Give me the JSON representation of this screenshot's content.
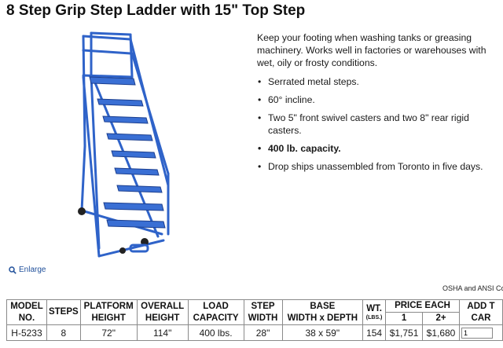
{
  "product": {
    "title": "8 Step Grip Step Ladder with 15\" Top Step",
    "enlarge_label": "Enlarge",
    "description_lines": [
      "Keep your footing when washing tanks or greasing",
      "machinery. Works well in factories or warehouses with",
      "wet, oily or frosty conditions."
    ],
    "features": [
      {
        "line1": "Serrated metal steps.",
        "line2": "",
        "bold": false
      },
      {
        "line1": "60° incline.",
        "line2": "",
        "bold": false
      },
      {
        "line1": "Two 5\" front swivel casters and two 8\" rear rigid",
        "line2": "casters.",
        "bold": false
      },
      {
        "line1": "400 lb. capacity.",
        "line2": "",
        "bold": true
      },
      {
        "line1": "Drop ships unassembled from Toronto in five days.",
        "line2": "",
        "bold": false
      }
    ],
    "compliance_note": "OSHA and ANSI Com"
  },
  "spec_table": {
    "headers": {
      "model": [
        "MODEL",
        "NO."
      ],
      "steps": "STEPS",
      "platform": [
        "PLATFORM",
        "HEIGHT"
      ],
      "overall": [
        "OVERALL",
        "HEIGHT"
      ],
      "load": [
        "LOAD",
        "CAPACITY"
      ],
      "step_width": [
        "STEP",
        "WIDTH"
      ],
      "base": [
        "BASE",
        "WIDTH x DEPTH"
      ],
      "wt": "WT.",
      "wt_unit": "(LBS.)",
      "price_each": "PRICE EACH",
      "price_1": "1",
      "price_2": "2+",
      "add": [
        "ADD T",
        "CAR"
      ]
    },
    "rows": [
      {
        "model": "H-5233",
        "steps": "8",
        "platform": "72\"",
        "overall": "114\"",
        "load": "400 lbs.",
        "step_width": "28\"",
        "base": "38 x 59\"",
        "wt": "154",
        "price_1": "$1,751",
        "price_2": "$1,680",
        "qty": "1"
      }
    ]
  },
  "colors": {
    "ladder_blue": "#2f63c9",
    "ladder_dark": "#1c3f8f",
    "link": "#1f4f9a"
  }
}
